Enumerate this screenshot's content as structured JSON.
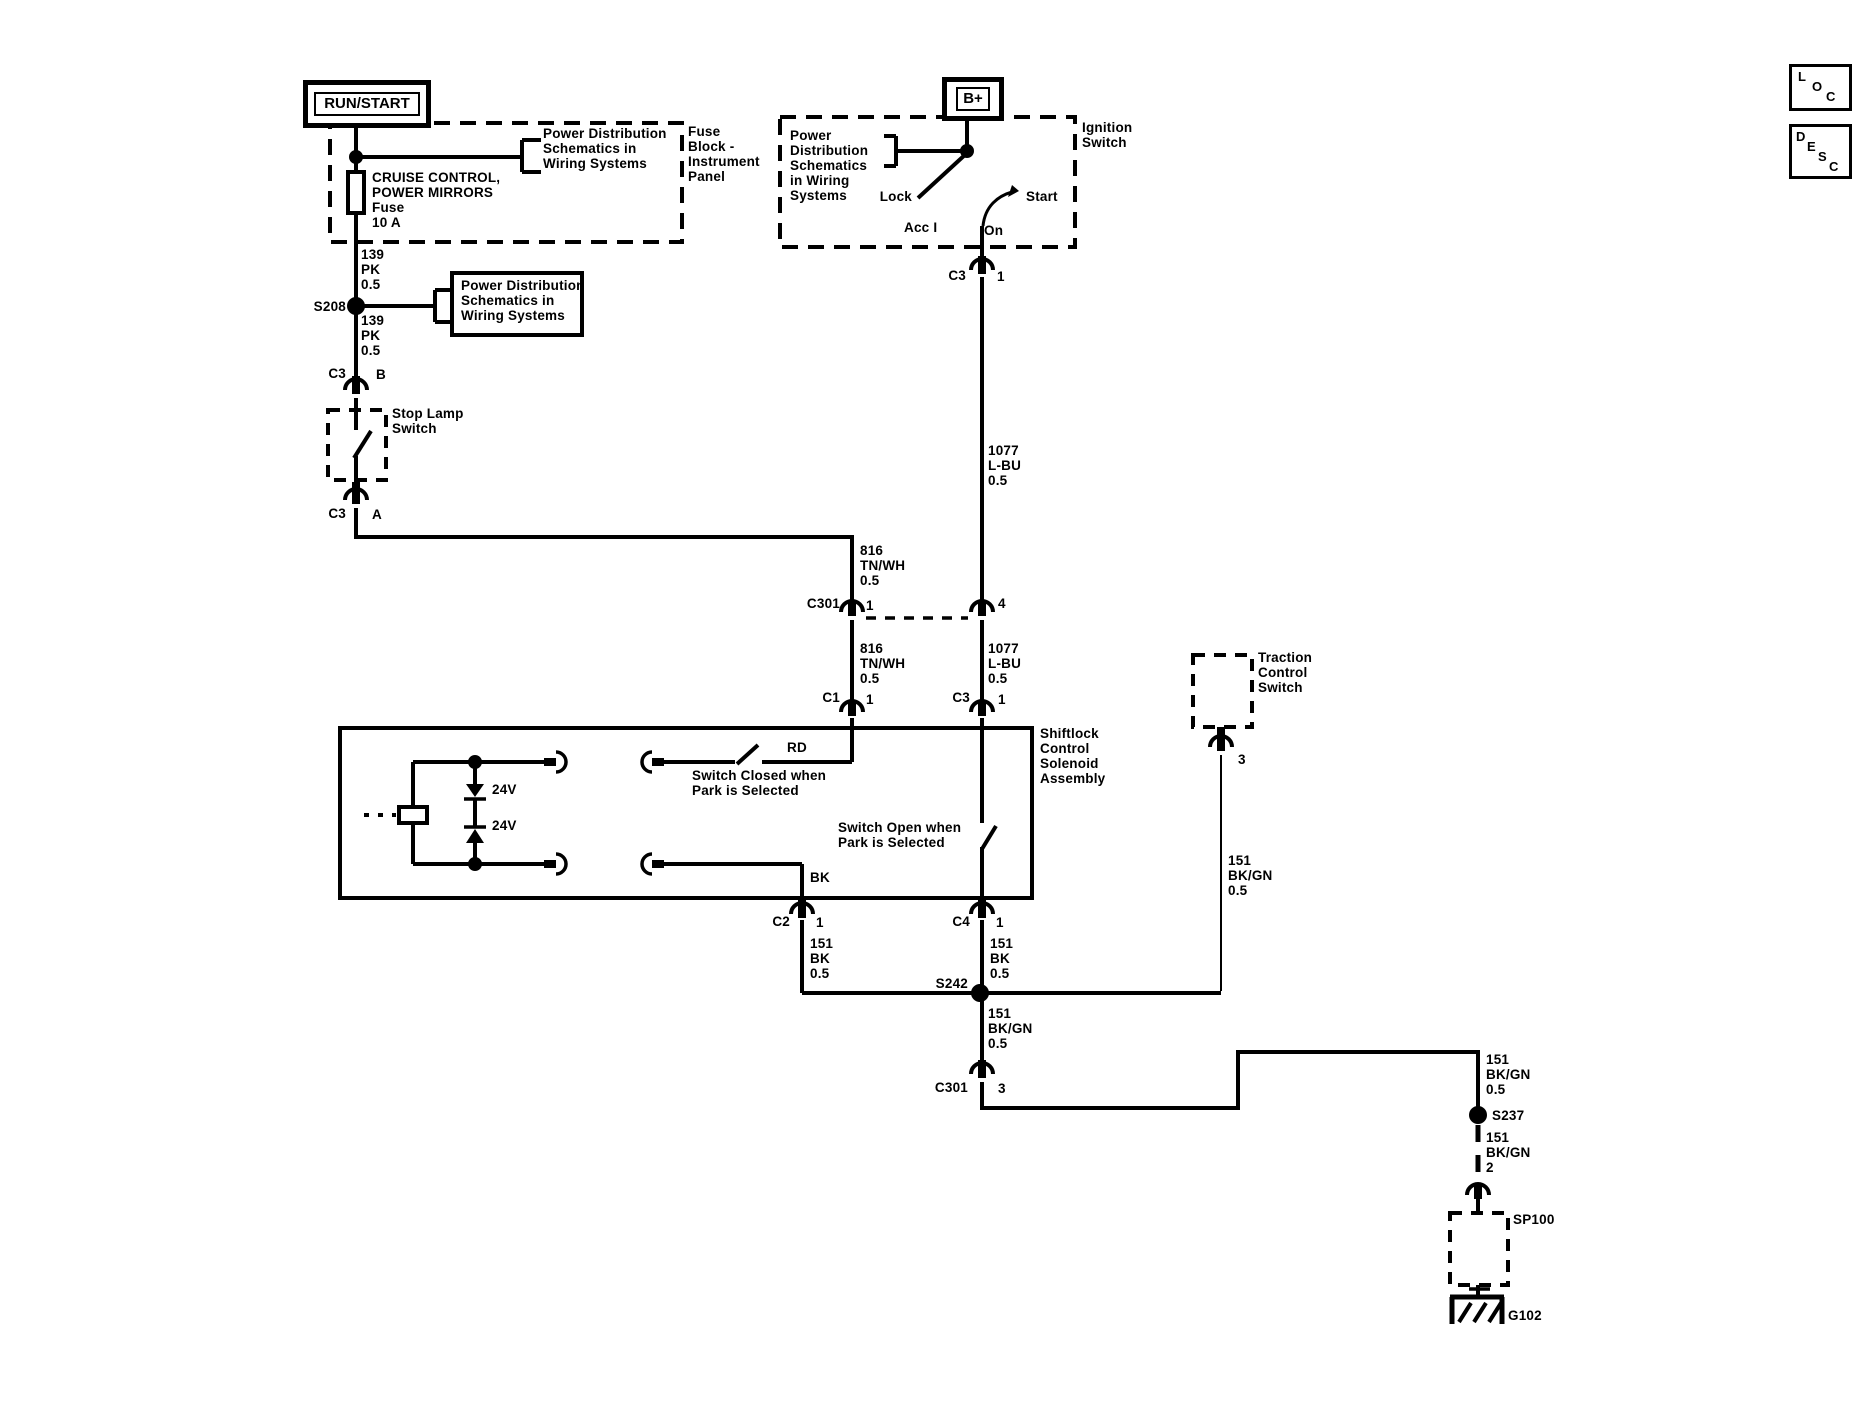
{
  "power_tags": {
    "run_start": "RUN/START",
    "b_plus": "B+"
  },
  "corner_buttons": {
    "loc": {
      "letters": [
        "L",
        "O",
        "C"
      ]
    },
    "desc": {
      "letters": [
        "D",
        "E",
        "S",
        "C"
      ]
    }
  },
  "fuse_block": {
    "name": "Fuse\nBlock -\nInstrument\nPanel",
    "fuse": "CRUISE CONTROL,\nPOWER MIRRORS\nFuse\n10 A",
    "ref": "Power Distribution\nSchematics in\nWiring Systems"
  },
  "s208": {
    "name": "S208",
    "ref": "Power Distribution\nSchematics in\nWiring Systems"
  },
  "stop_lamp": {
    "name": "Stop Lamp\nSwitch",
    "conn_b": {
      "c": "C3",
      "pin": "B"
    },
    "conn_a": {
      "c": "C3",
      "pin": "A"
    }
  },
  "ignition": {
    "name": "Ignition\nSwitch",
    "ref": "Power\nDistribution\nSchematics\nin Wiring\nSystems",
    "positions": {
      "lock": "Lock",
      "acc": "Acc I",
      "on": "On",
      "start": "Start"
    },
    "conn": {
      "c": "C3",
      "pin": "1"
    }
  },
  "wires": {
    "w139_a": "139\nPK\n0.5",
    "w139_b": "139\nPK\n0.5",
    "w816_a": "816\nTN/WH\n0.5",
    "w816_b": "816\nTN/WH\n0.5",
    "w1077_a": "1077\nL-BU\n0.5",
    "w1077_b": "1077\nL-BU\n0.5",
    "w151_bk_a": "151\nBK\n0.5",
    "w151_bk_b": "151\nBK\n0.5",
    "w151_bkgn_a": "151\nBK/GN\n0.5",
    "w151_bkgn_b": "151\nBK/GN\n0.5",
    "w151_bkgn_c": "151\nBK/GN\n0.5",
    "w151_bkgn_2": "151\nBK/GN\n2"
  },
  "c301_top": {
    "name": "C301",
    "pin_left": "1",
    "pin_right": "4"
  },
  "c301_bottom": {
    "name": "C301",
    "pin": "3"
  },
  "shiftlock": {
    "name": "Shiftlock\nControl\nSolenoid\nAssembly",
    "conn_c1": {
      "c": "C1",
      "pin": "1"
    },
    "conn_c3": {
      "c": "C3",
      "pin": "1"
    },
    "conn_c2": {
      "c": "C2",
      "pin": "1"
    },
    "conn_c4": {
      "c": "C4",
      "pin": "1"
    },
    "rd": "RD",
    "bk": "BK",
    "zener_top": "24V",
    "zener_bottom": "24V",
    "sw_closed": "Switch Closed when\nPark is Selected",
    "sw_open": "Switch Open when\nPark is Selected"
  },
  "traction": {
    "name": "Traction\nControl\nSwitch",
    "pin": "3"
  },
  "splices": {
    "s242": "S242",
    "s237": "S237"
  },
  "ground": {
    "sp100": "SP100",
    "g102": "G102"
  }
}
